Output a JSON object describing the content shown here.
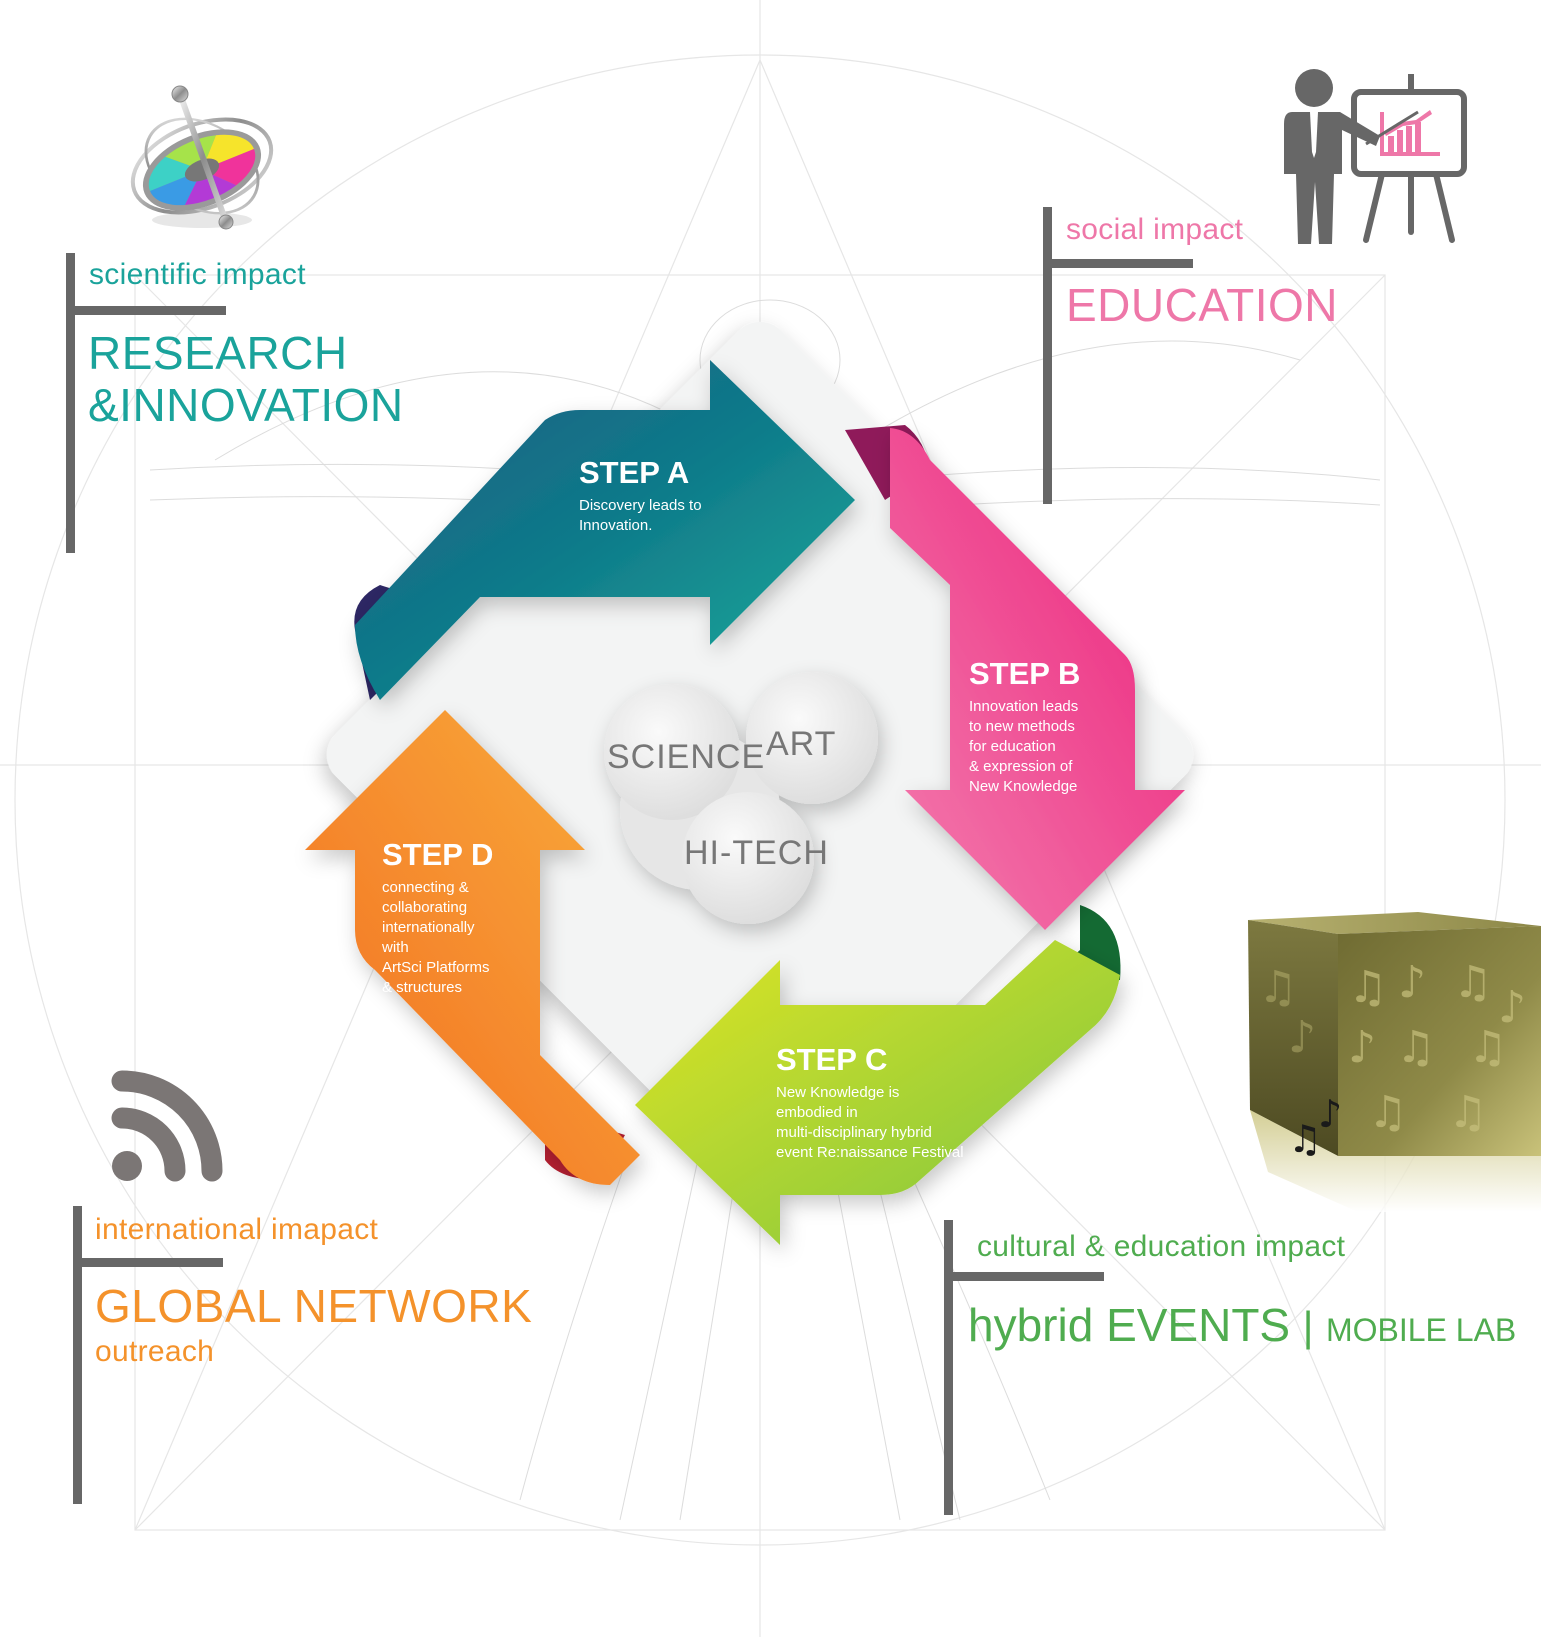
{
  "colors": {
    "teal": "#1aa39b",
    "pink": "#ee77a8",
    "orange": "#f4922b",
    "green": "#4fac4f",
    "bar_gray": "#676767",
    "step_a": "#107b8a",
    "step_b": "#ec1e79",
    "step_c": "#c6d92c",
    "step_d": "#f47b20"
  },
  "panels": {
    "research": {
      "icon": "gyroscope-color-wheel-icon",
      "subtitle": "scientific impact",
      "title_line1": "RESEARCH",
      "title_line2": "&INNOVATION"
    },
    "education": {
      "icon": "presenter-chart-icon",
      "subtitle": "social impact",
      "title": "EDUCATION"
    },
    "global": {
      "icon": "rss-feed-icon",
      "subtitle": "international imapact",
      "title": "GLOBAL NETWORK",
      "tagline": "outreach"
    },
    "events": {
      "icon": "music-cube-icon",
      "subtitle": "cultural & education impact",
      "title": "hybrid EVENTS",
      "separator": "|",
      "title_secondary": "MOBILE LAB"
    }
  },
  "cycle": {
    "steps": [
      {
        "id": "A",
        "title": "STEP A",
        "desc": "Discovery leads to\nInnovation."
      },
      {
        "id": "B",
        "title": "STEP B",
        "desc": "Innovation leads\nto new methods\nfor education\n& expression of\nNew Knowledge"
      },
      {
        "id": "C",
        "title": "STEP C",
        "desc": "New Knowledge is\nembodied in\nmulti-disciplinary hybrid\nevent Re:naissance Festival"
      },
      {
        "id": "D",
        "title": "STEP D",
        "desc": "connecting  &\ncollaborating\ninternationally\nwith\nArtSci Platforms\n& structures"
      }
    ],
    "center": {
      "circles": [
        "SCIENCE",
        "ART",
        "HI-TECH"
      ]
    }
  }
}
